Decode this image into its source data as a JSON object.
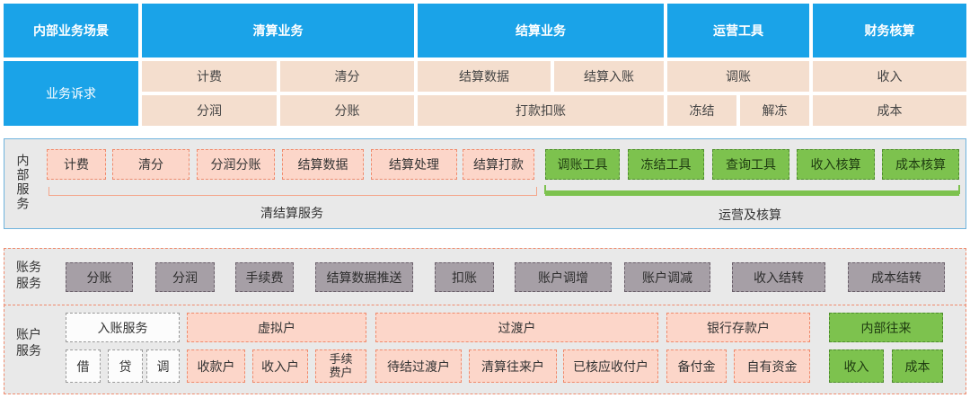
{
  "top": {
    "headers": [
      "内部业务场景",
      "清算业务",
      "结算业务",
      "运营工具",
      "财务核算"
    ],
    "row_label": "业务诉求",
    "row1": [
      "计费",
      "清分",
      "结算数据",
      "结算入账",
      "调账",
      "收入"
    ],
    "row2": [
      "分润",
      "分账",
      "打款扣账",
      "冻结",
      "解冻",
      "成本"
    ]
  },
  "internal": {
    "label": "内部服务",
    "items": [
      "计费",
      "清分",
      "分润分账",
      "结算数据",
      "结算处理",
      "结算打款"
    ],
    "tools": [
      "调账工具",
      "冻结工具",
      "查询工具",
      "收入核算",
      "成本核算"
    ],
    "group1": "清结算服务",
    "group2": "运营及核算"
  },
  "ledger": {
    "label": "账务服务",
    "items": [
      "分账",
      "分润",
      "手续费",
      "结算数据推送",
      "扣账",
      "账户调增",
      "账户调减",
      "收入结转",
      "成本结转"
    ]
  },
  "account": {
    "label": "账户服务",
    "groups": [
      "入账服务",
      "虚拟户",
      "过渡户",
      "银行存款户",
      "内部往来"
    ],
    "entry": [
      "借",
      "贷",
      "调"
    ],
    "virtual": [
      "收款户",
      "收入户",
      "手续费户"
    ],
    "transit": [
      "待结过渡户",
      "清算往来户",
      "已核应收付户"
    ],
    "bank": [
      "备付金",
      "自有资金"
    ],
    "internal": [
      "收入",
      "成本"
    ]
  },
  "colors": {
    "blue": "#1aa3e8",
    "tan": "#f4dece",
    "pink": "#fcd6c9",
    "green": "#7dc24e",
    "grey": "#a69fa6"
  }
}
